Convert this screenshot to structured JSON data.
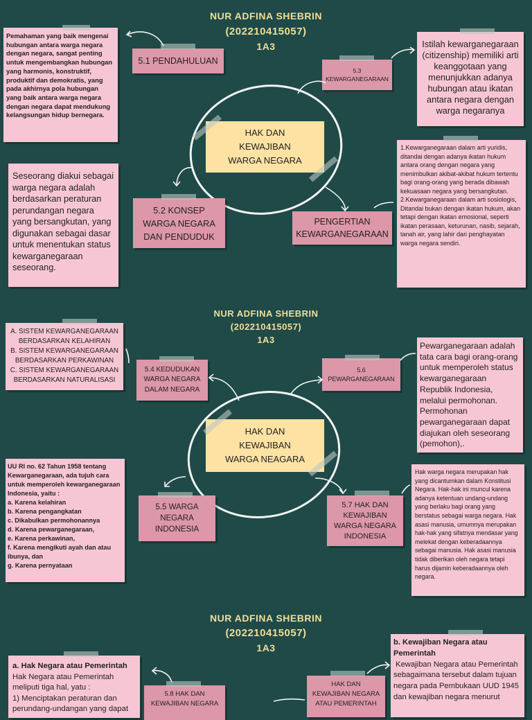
{
  "header": {
    "name": "NUR ADFINA SHEBRIN",
    "id": "(202210415057)",
    "class": "1A3"
  },
  "section1": {
    "center": "HAK DAN\nKEWAJIBAN\nWARGA NEGARA",
    "intro_note": "Pemahaman yang baik mengenai hubungan antara warga negara dengan negara, sangat penting untuk mengembangkan hubungan yang harmonis, konstruktif, produktif dan demokratis, yang pada akhirnya pola hubungan yang baik antara warga negara dengan negara dapat mendukung kelangsungan hidup bernegara.",
    "label_51": "5.1 PENDAHULUAN",
    "label_53": "5.3\nKEWARGANEGARAAN",
    "note_53": "Istilah kewarganegaraan (citizenship) memiliki arti keanggotaan yang menunjukkan adanya hubungan atau ikatan antara negara dengan warga negaranya",
    "note_52": "Seseorang diakui sebagai warga negara adalah berdasarkan peraturan perundangan negara yang bersangkutan, yang digunakan sebagai dasar untuk menentukan status kewarganegaraan seseorang.",
    "label_52": "5.2 KONSEP\nWARGA NEGARA\nDAN PENDUDUK",
    "label_pengertian": "PENGERTIAN\nKEWARGANEGARAAN",
    "note_pengertian": "1.Kewarganegaraan dalam arti yuridis, ditandai dengan adanya ikatan hukum antara orang dengan negara yang menimbulkan akibat-akibat hukum tertentu bagi orang-orang yang berada dibawah kekuasaan negara yang bersangkutan.\n2.Kewarganegaraan dalam arti sosiologis, Ditandai bukan dengan ikatan hukum, akan tetapi dengan ikatan emosional, seperti ikatan perasaan, keturunan, nasib, sejarah, tanah air, yang lahir dari penghayatan warga negara sendiri."
  },
  "section2": {
    "center": "HAK DAN\nKEWAJIBAN\nWARGA NEAGARA",
    "note_sistem": "A. SISTEM KEWARGANEGARAAN BERDASARKAN KELAHIRAN\nB. SISTEM KEWARGANEGARAAN BERDASARKAN PERKAWINAN\nC. SISTEM KEWARGANEGARAAN BERDASARKAN NATURALISASI",
    "label_54": "5.4 KEDUDUKAN\nWARGA NEGARA\nDALAM NEGARA",
    "label_56": "5.6\nPEWARGANEGARAAN",
    "note_56": "Pewarganegaraan adalah tata cara bagi orang-orang untuk memperoleh status kewarganegaraan Republik Indonesia, melalui permohonan. Permohonan pewarganegaraan dapat diajukan oleh seseorang (pemohon),.",
    "note_55": "UU RI no. 62 Tahun 1958 tentang Kewarganegaraan, ada tujuh cara untuk memperoleh kewarganegaraan Indonesia, yaitu :\na. Karena kelahiran\n b. Karena pengangkatan\n c. Dikabulkan permohonannya\n d. Karena pewarganegaraan,\ne. Karena perkawinan,\nf. Karena mengikuti ayah dan atau ibunya, dan\n g. Karena pernyataan",
    "label_55": "5.5 WARGA\nNEGARA\nINDONESIA",
    "label_57": "5.7 HAK DAN\nKEWAJIBAN\nWARGA NEGARA\nINDONESIA",
    "note_57": "Hak warga negara merupakan hak yang dicantumkan dalam Konstitusi Negara. Hak-hak ini muncul karena adanya ketentuan undang-undang yang berlaku bagi orang yang berstatus sebagai warga negara. Hak asasi manusia, umumnya merupakan hak-hak yang sifatnya mendasar yang melekat dengan keberadaannya sebagai manusia. Hak asasi manusia tidak diberikan oleh negara tetapi harus dijamin keberadaannya oleh negara."
  },
  "section3": {
    "note_a_title": "a. Hak Negara atau Pemerintah",
    "note_a_body": "Hak Negara atau Pemerintah meliputi tiga hal, yatu :\n1) Menciptakan peraturan dan perundang-undangan yang dapat",
    "label_58": "5.8 HAK DAN\nKEWAJIBAN NEGARA",
    "label_hak": "HAK DAN\nKEWAJIBAN NEGARA\nATAU PEMERINTAH",
    "note_b_title": "b. Kewajiban Negara atau Pemerintah",
    "note_b_body": " Kewajiban Negara atau Pemerintah sebagaimana tersebut dalam tujuan negara pada Pembukaan UUD 1945 dan kewajiban negara menurut"
  }
}
